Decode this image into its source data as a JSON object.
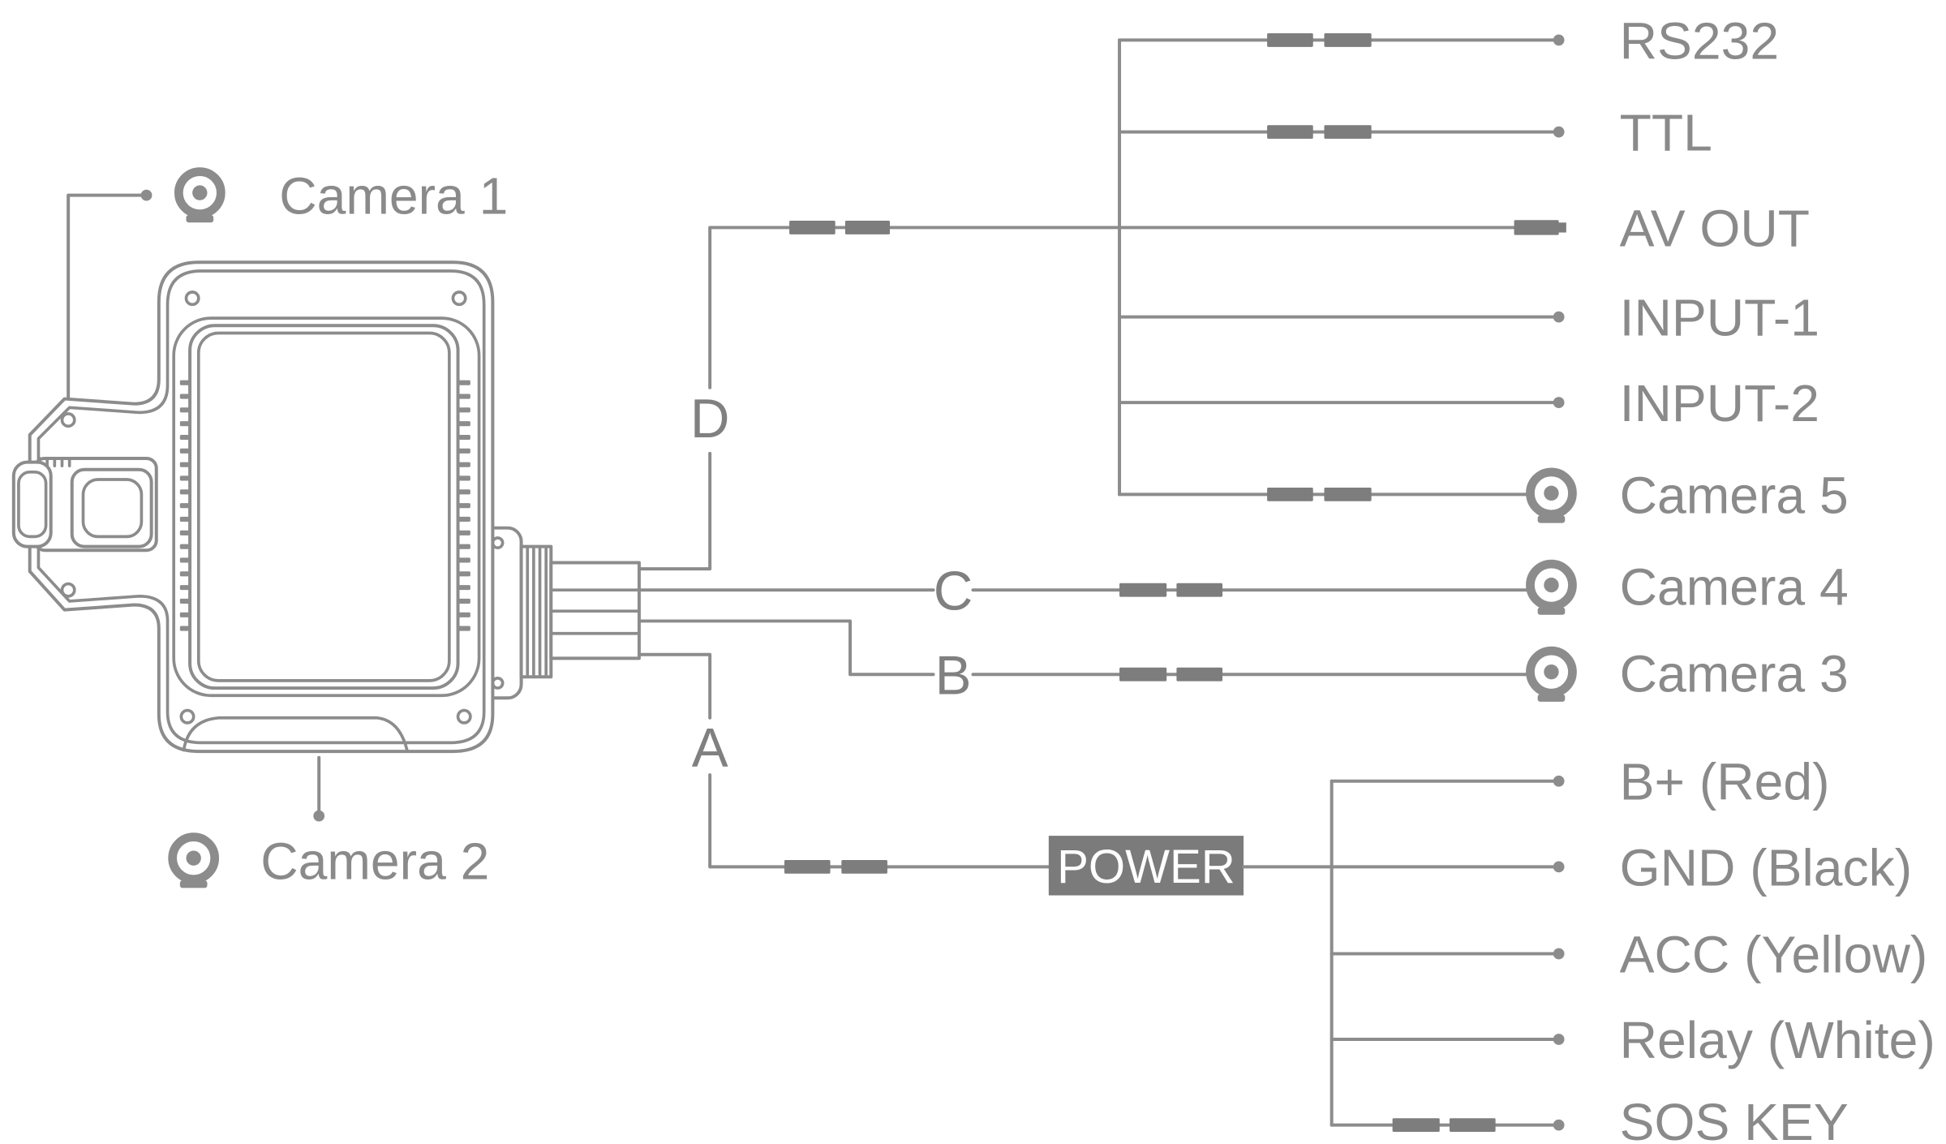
{
  "device": {
    "camera_front": "Camera 1",
    "camera_rear": "Camera 2"
  },
  "cables": {
    "d": "D",
    "c": "C",
    "b": "B",
    "a": "A"
  },
  "d_outputs": [
    "RS232",
    "TTL",
    "AV OUT",
    "INPUT-1",
    "INPUT-2",
    "Camera 5"
  ],
  "c_output": "Camera 4",
  "b_output": "Camera 3",
  "power": {
    "label": "POWER",
    "outputs": [
      "B+ (Red)",
      "GND (Black)",
      "ACC (Yellow)",
      "Relay (White)",
      "SOS KEY"
    ]
  },
  "icons": {
    "camera": "camera-icon"
  },
  "colors": {
    "line": "#8c8c8c",
    "connector": "#7d7d7d",
    "power_box": "#7b7b7b",
    "text": "#8a8a8a"
  }
}
